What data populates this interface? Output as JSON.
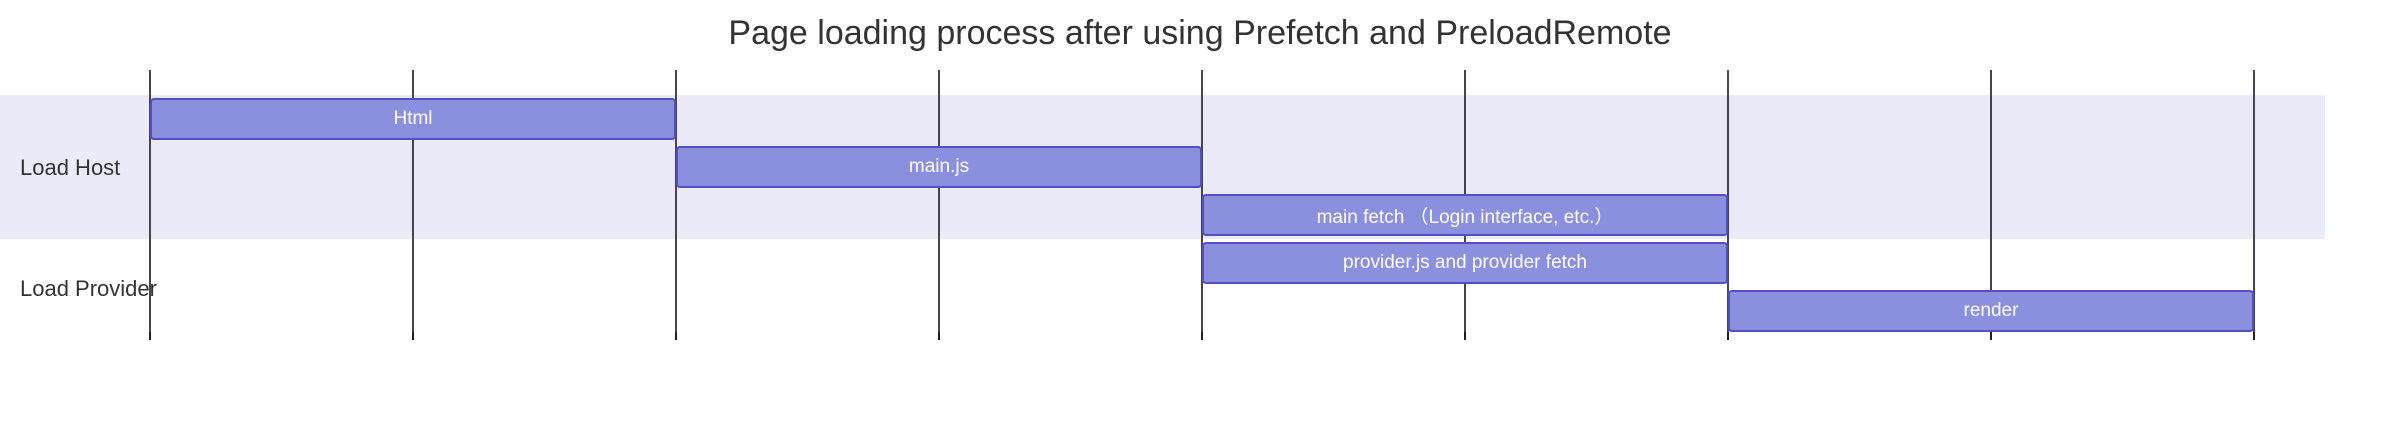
{
  "chart_data": {
    "type": "gantt",
    "title": "Page loading process after using Prefetch and PreloadRemote",
    "x_axis": {
      "min": 0,
      "max": 8,
      "interval": 1,
      "gridlines": true,
      "tick_labels_visible": false
    },
    "legend_position": "none",
    "sections": [
      {
        "label": "Load Host",
        "rows": 3,
        "band_color": "#eaeaf8"
      },
      {
        "label": "Load Provider",
        "rows": 2,
        "band_color": "#ffffff"
      }
    ],
    "tasks": [
      {
        "label": "Html",
        "section": "Load Host",
        "row": 0,
        "start": 0,
        "end": 2
      },
      {
        "label": "main.js",
        "section": "Load Host",
        "row": 1,
        "start": 2,
        "end": 4
      },
      {
        "label": "main fetch （Login interface, etc.）",
        "section": "Load Host",
        "row": 2,
        "start": 4,
        "end": 6
      },
      {
        "label": "provider.js and provider fetch",
        "section": "Load Provider",
        "row": 3,
        "start": 4,
        "end": 6
      },
      {
        "label": "render",
        "section": "Load Provider",
        "row": 4,
        "start": 6,
        "end": 8
      }
    ],
    "colors": {
      "task_fill": "#8a90dd",
      "task_border": "#534fbc",
      "task_text": "#ffffff",
      "grid_line": "#45454d",
      "grid_tick_tip": "#1f1f26",
      "section_text": "#333333",
      "title_text": "#333333"
    }
  }
}
